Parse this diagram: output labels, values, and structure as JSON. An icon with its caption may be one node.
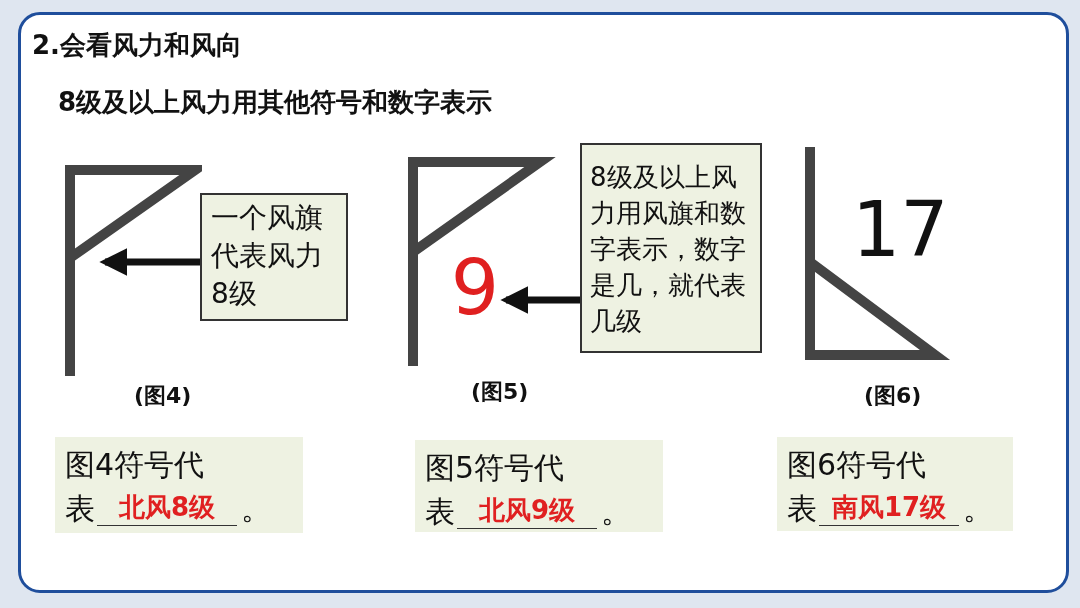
{
  "diagram": {
    "title": "2.会看风力和风向",
    "nodes": [
      {
        "text": [],
        "shape": "flag"
      },
      {
        "text": [
          "一个风旗代表风力8级"
        ]
      },
      {
        "text": [
          "9"
        ]
      },
      {
        "text": [
          "8级及以上风力用风旗和数字表示，数字是几，就代表几级"
        ]
      },
      {
        "text": [
          "图4符号代表",
          "北风8级",
          "。"
        ]
      },
      {
        "text": [
          "图5符号代表",
          "北风9级",
          "。"
        ]
      },
      {
        "text": [
          "图6符号代表",
          "南风17级",
          "。"
        ]
      }
    ],
    "edges": [
      {
        "from": 1,
        "to": 0,
        "arrow": "to"
      },
      {
        "from": 3,
        "to": 2,
        "arrow": "to"
      }
    ],
    "labels": [
      "8级及以上风力用其他符号和数字表示",
      "17",
      "(图4)",
      "(图5)",
      "(图6)"
    ]
  }
}
